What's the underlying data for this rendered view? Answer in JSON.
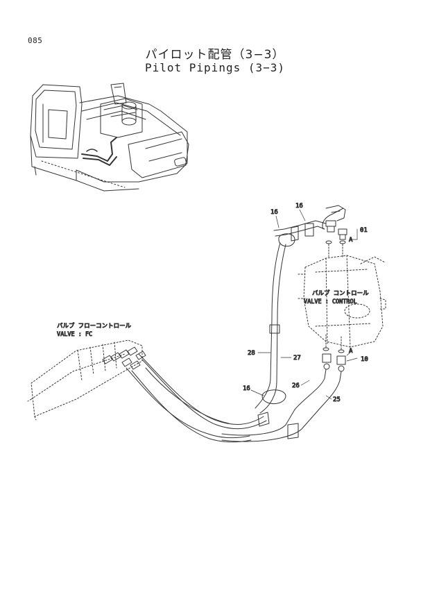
{
  "page_number": "085",
  "title_jp": "パイロット配管（3−3）",
  "title_en": "Pilot Pipings (3−3)",
  "valve_control": {
    "label_jp": "バルブ コントロール",
    "label_en": "VALVE : CONTROL"
  },
  "valve_fc": {
    "label_jp": "バルブ フローコントロール",
    "label_en": "VALVE : FC"
  },
  "parts": {
    "p16a": "16",
    "p16b": "16",
    "p16c": "16",
    "p01": "01",
    "pA1": "A",
    "pA2": "A",
    "p10": "10",
    "p25": "25",
    "p26": "26",
    "p27": "27",
    "p28": "28"
  }
}
